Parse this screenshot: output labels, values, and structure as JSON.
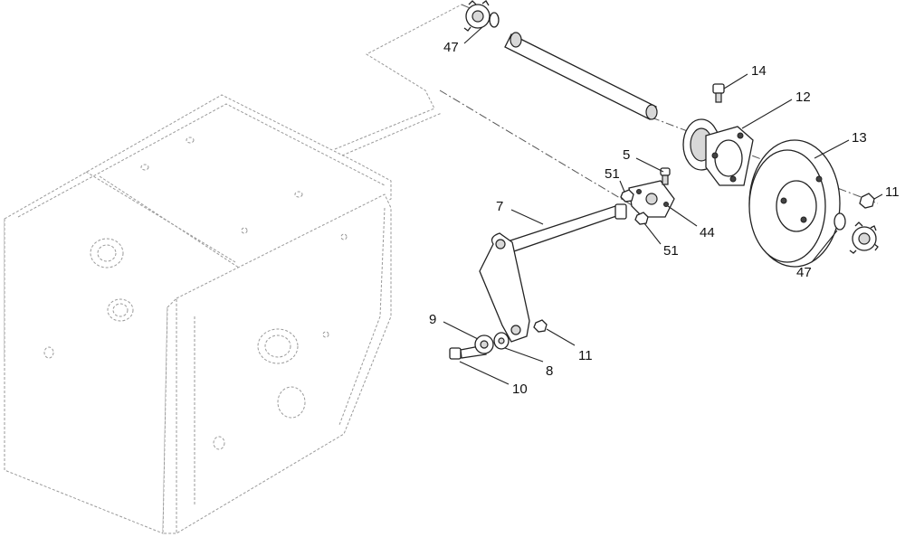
{
  "callouts": [
    {
      "id": "c47a",
      "text": "47"
    },
    {
      "id": "c14",
      "text": "14"
    },
    {
      "id": "c12",
      "text": "12"
    },
    {
      "id": "c13",
      "text": "13"
    },
    {
      "id": "c11a",
      "text": "11"
    },
    {
      "id": "c5",
      "text": "5"
    },
    {
      "id": "c51a",
      "text": "51"
    },
    {
      "id": "c7",
      "text": "7"
    },
    {
      "id": "c44",
      "text": "44"
    },
    {
      "id": "c51b",
      "text": "51"
    },
    {
      "id": "c47b",
      "text": "47"
    },
    {
      "id": "c9",
      "text": "9"
    },
    {
      "id": "c11b",
      "text": "11"
    },
    {
      "id": "c8",
      "text": "8"
    },
    {
      "id": "c10",
      "text": "10"
    }
  ]
}
